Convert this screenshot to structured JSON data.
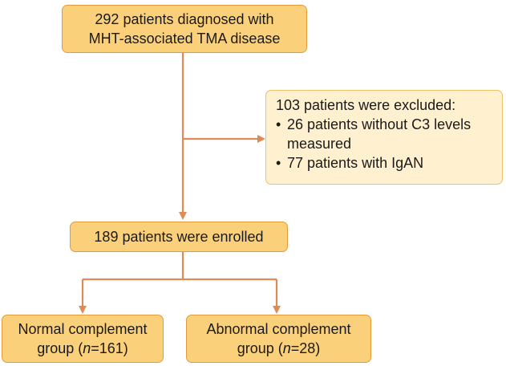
{
  "diagram": {
    "box1": {
      "line1": "292 patients diagnosed with",
      "line2": "MHT-associated TMA disease"
    },
    "exclusion": {
      "heading": "103 patients were excluded:",
      "bullet_symbol": "•",
      "items": [
        "26 patients without C3 levels measured",
        "77 patients with IgAN"
      ]
    },
    "enrolled": {
      "text": "189 patients were enrolled"
    },
    "normal": {
      "line1": "Normal complement",
      "prefix": "group (",
      "n": "n",
      "value": "=161)"
    },
    "abnormal": {
      "line1": "Abnormal complement",
      "prefix": "group (",
      "n": "n",
      "value": "=28)"
    },
    "colors": {
      "box_fill": "#fbd07a",
      "box_border": "#e39b3c",
      "excl_fill": "#fff0d0",
      "arrow": "#e08a57"
    }
  }
}
